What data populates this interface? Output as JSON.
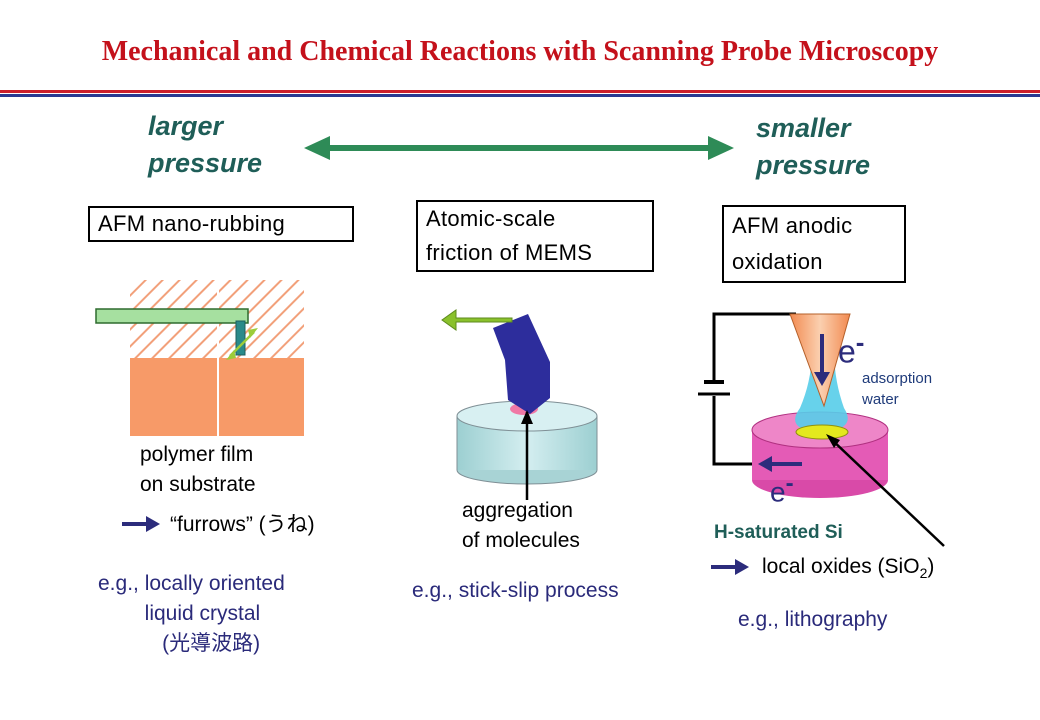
{
  "title": "Mechanical and Chemical Reactions with Scanning Probe Microscopy",
  "pressure": {
    "larger": "larger\npressure",
    "smaller": "smaller\npressure"
  },
  "columns": {
    "rubbing": {
      "heading": "AFM nano-rubbing",
      "film_label": "polymer film\non substrate",
      "result": "“furrows” (うね)",
      "example": "e.g., locally oriented\n        liquid crystal\n           (光導波路)"
    },
    "friction": {
      "heading": "Atomic-scale\nfriction of MEMS",
      "aggregation_label": "aggregation\nof molecules",
      "example": "e.g., stick-slip process"
    },
    "oxidation": {
      "heading": "AFM anodic\noxidation",
      "electron_top": "e",
      "electron_top_sup": "-",
      "electron_bottom": "e",
      "electron_bottom_sup": "-",
      "water_label": "adsorption\nwater",
      "substrate_label": "H-saturated Si",
      "result_prefix": "local oxides (SiO",
      "result_sub": "2",
      "result_suffix": ")",
      "example": "e.g., lithography"
    }
  },
  "colors": {
    "title": "#c4111b",
    "pressure_text": "#1f5e58",
    "double_arrow": "#2e8b57",
    "example_text": "#2a2a7a",
    "arrow_navy": "#2c2c7c",
    "substrate_orange": "#f79a68",
    "si_magenta": "#e45bb6",
    "water_cyan": "#56cde9",
    "oxide_yellow": "#e4e81e",
    "disk_teal": "#b8dfe0",
    "tip_blue": "#2d2d9c"
  }
}
